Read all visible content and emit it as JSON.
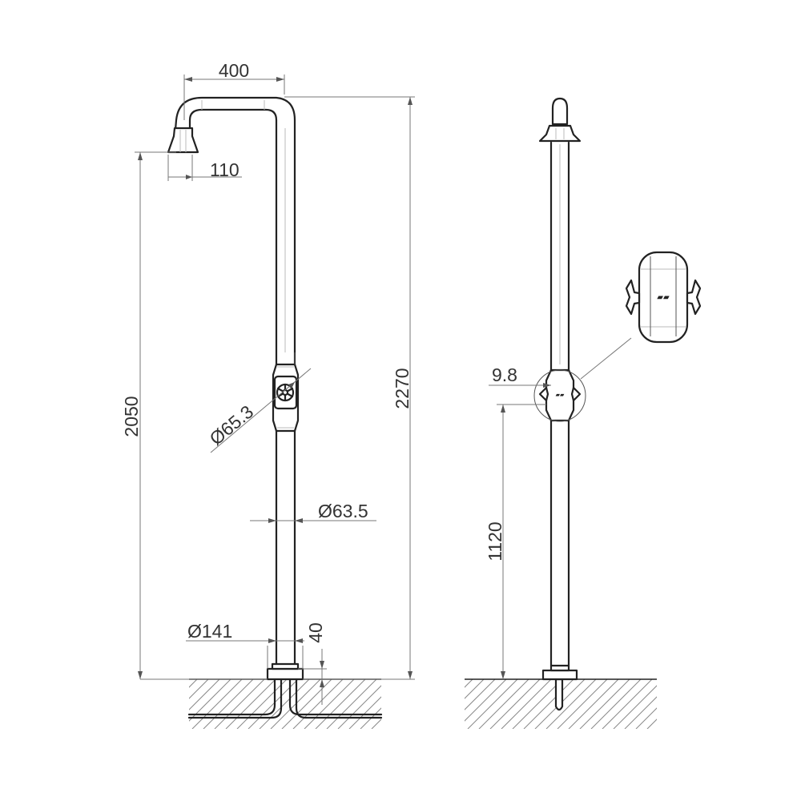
{
  "dimensions": {
    "width_top": "400",
    "head_offset": "110",
    "head_height": "2050",
    "total_height": "2270",
    "valve_diameter": "Ø65.3",
    "pipe_diameter": "Ø63.5",
    "base_diameter": "Ø141",
    "base_height": "40",
    "side_offset": "9.8",
    "valve_height": "1120"
  },
  "colors": {
    "line": "#222222",
    "dimension": "#777777",
    "hatch": "#888888",
    "background": "#ffffff"
  }
}
